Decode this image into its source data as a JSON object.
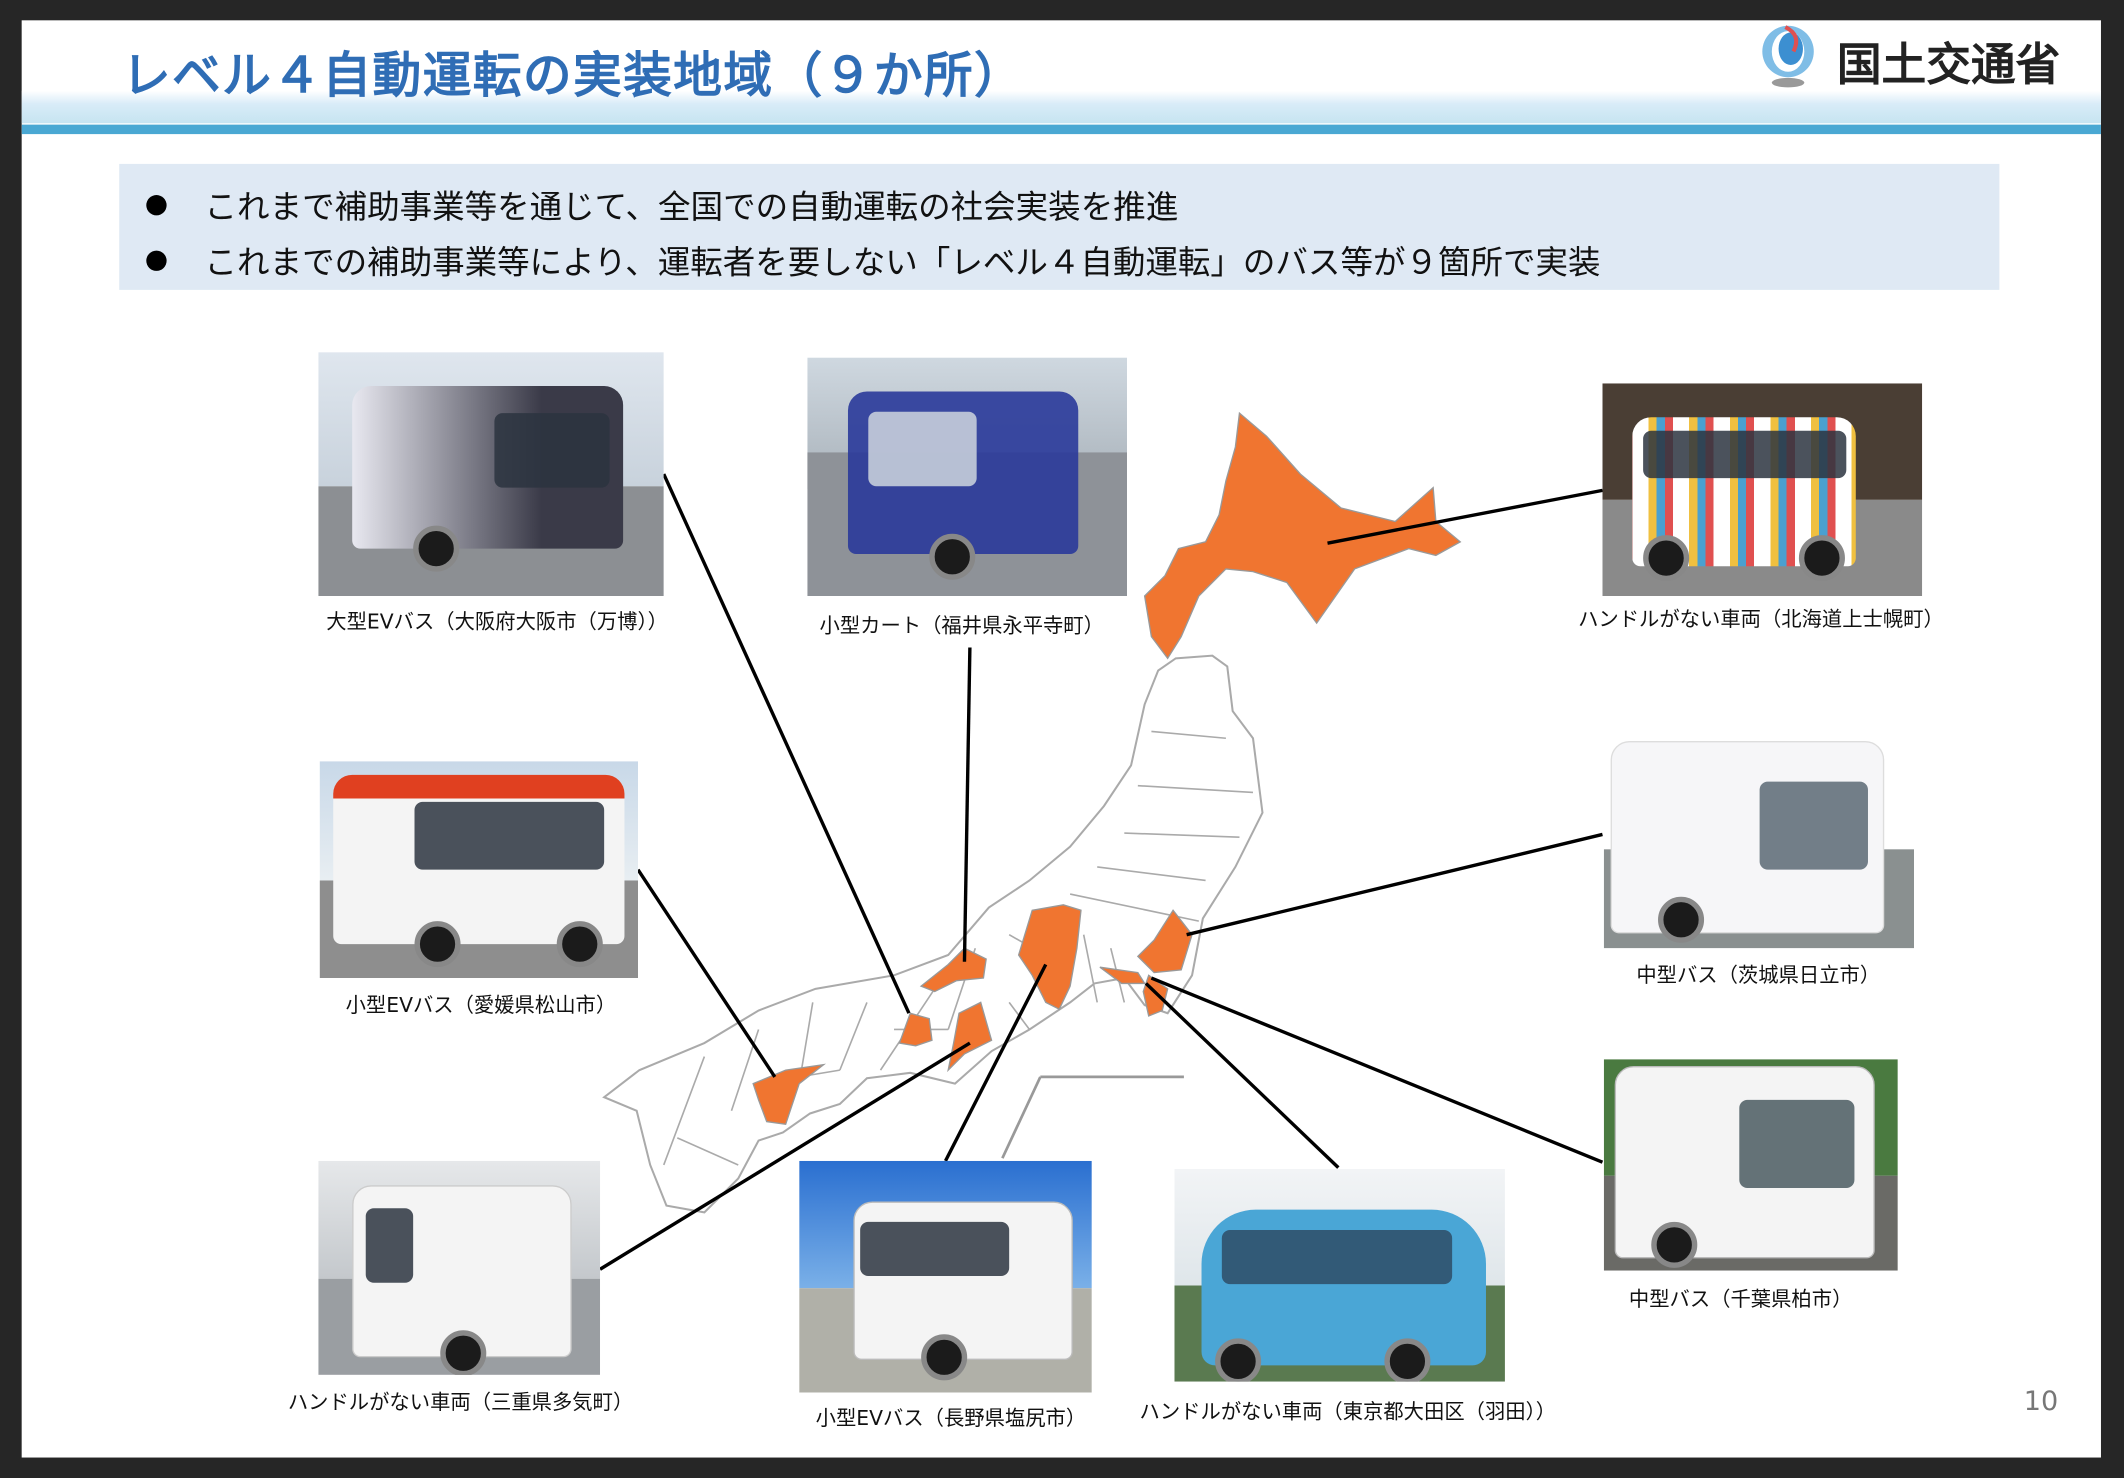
{
  "header": {
    "title": "レベル４自動運転の実装地域（９か所）",
    "logo_text": "国土交通省"
  },
  "bullets": [
    "これまで補助事業等を通じて、全国での自動運転の社会実装を推進",
    "これまでの補助事業等により、運転者を要しない「レベル４自動運転」のバス等が９箇所で実装"
  ],
  "sites": [
    {
      "caption": "大型EVバス（大阪府大阪市（万博））"
    },
    {
      "caption": "小型カート（福井県永平寺町）"
    },
    {
      "caption": "ハンドルがない車両（北海道上士幌町）"
    },
    {
      "caption": "小型EVバス（愛媛県松山市）"
    },
    {
      "caption": "中型バス（茨城県日立市）"
    },
    {
      "caption": "ハンドルがない車両（三重県多気町）"
    },
    {
      "caption": "小型EVバス（長野県塩尻市）"
    },
    {
      "caption": "ハンドルがない車両（東京都大田区（羽田））"
    },
    {
      "caption": "中型バス（千葉県柏市）"
    }
  ],
  "colors": {
    "title": "#2f6db5",
    "highlight": "#f07530",
    "band": "#4aa8d3",
    "bullet_bg": "#dfe9f4"
  },
  "page_number": "10"
}
